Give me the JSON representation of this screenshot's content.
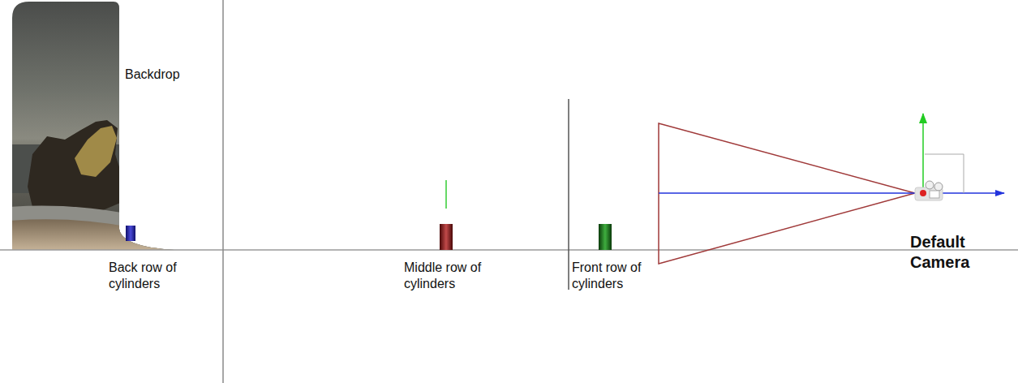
{
  "diagram": {
    "labels": [
      "Backdrop",
      "Back row of cylinders",
      "Middle row of cylinders",
      "Front row of cylinders",
      "Default Camera"
    ]
  }
}
